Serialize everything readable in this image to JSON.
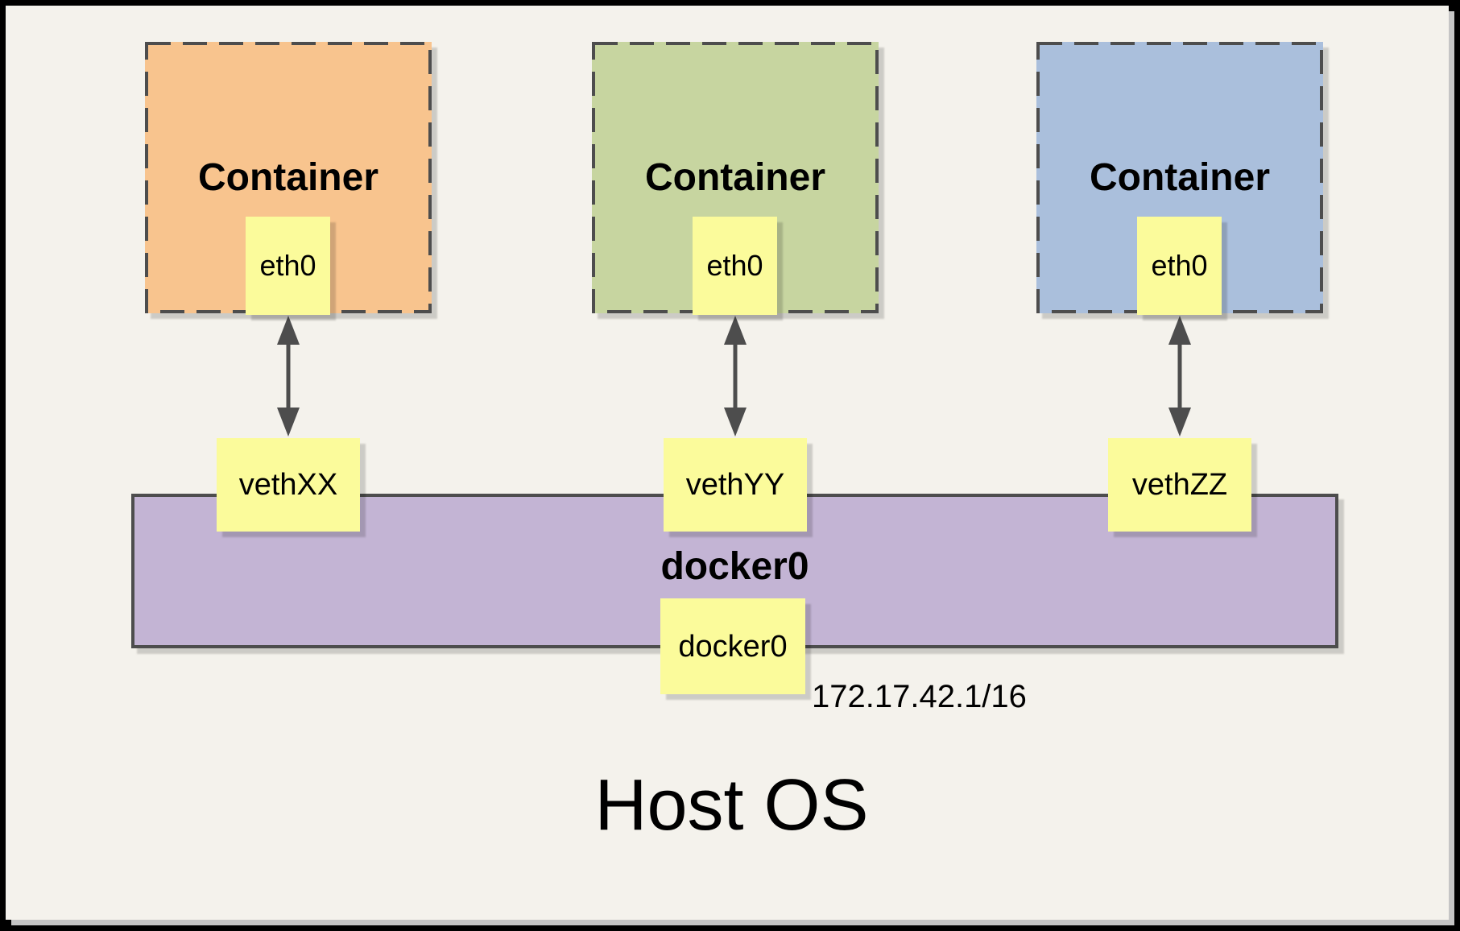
{
  "diagram": {
    "containers": [
      {
        "label": "Container",
        "interface_label": "eth0",
        "veth_label": "vethXX",
        "fill": "#F8C48E"
      },
      {
        "label": "Container",
        "interface_label": "eth0",
        "veth_label": "vethYY",
        "fill": "#C7D5A0"
      },
      {
        "label": "Container",
        "interface_label": "eth0",
        "veth_label": "vethZZ",
        "fill": "#AABFDC"
      }
    ],
    "bridge": {
      "label": "docker0",
      "interface_label": "docker0",
      "ip": "172.17.42.1/16",
      "fill": "#C3B4D4"
    },
    "host_label": "Host OS",
    "colors": {
      "background": "#F4F2EC",
      "frame": "#000000",
      "node_yellow": "#FBFB9B",
      "stroke": "#4D4D4D"
    }
  }
}
